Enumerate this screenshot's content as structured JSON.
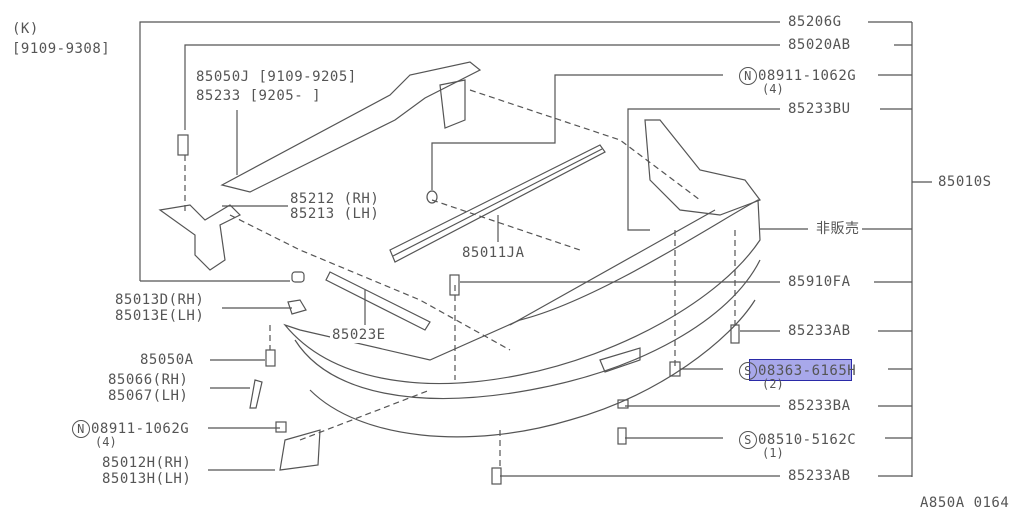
{
  "header": {
    "model": "(K)",
    "period": "[9109-9308]"
  },
  "footer": {
    "diagram_code": "A850A 0164"
  },
  "highlight_color": "#6e6edc",
  "right_labels": [
    {
      "id": "85206G"
    },
    {
      "id": "85020AB"
    },
    {
      "prefix": "N",
      "id": "08911-1062G",
      "qty": "(4)"
    },
    {
      "id": "85233BU"
    },
    {
      "id": "85010S"
    },
    {
      "id": "非販売"
    },
    {
      "id": "85910FA"
    },
    {
      "id": "85233AB"
    },
    {
      "prefix": "S",
      "id": "08363-6165H",
      "qty": "(2)",
      "highlighted": true
    },
    {
      "id": "85233BA"
    },
    {
      "prefix": "S",
      "id": "08510-5162C",
      "qty": "(1)"
    },
    {
      "id": "85233AB"
    }
  ],
  "left_labels": {
    "bracket": [
      "85050J [9109-9205]",
      "85233 [9205-    ]"
    ],
    "stay": [
      "85212 (RH)",
      "85213 (LH)"
    ],
    "reinforce": "85011JA",
    "molding": "85023E",
    "clip_d": [
      "85013D(RH)",
      "85013E(LH)"
    ],
    "screw": "85050A",
    "seal": [
      "85066(RH)",
      "85067(LH)"
    ],
    "nut": {
      "prefix": "N",
      "id": "08911-1062G",
      "qty": "(4)"
    },
    "side_bracket": [
      "85012H(RH)",
      "85013H(LH)"
    ]
  }
}
